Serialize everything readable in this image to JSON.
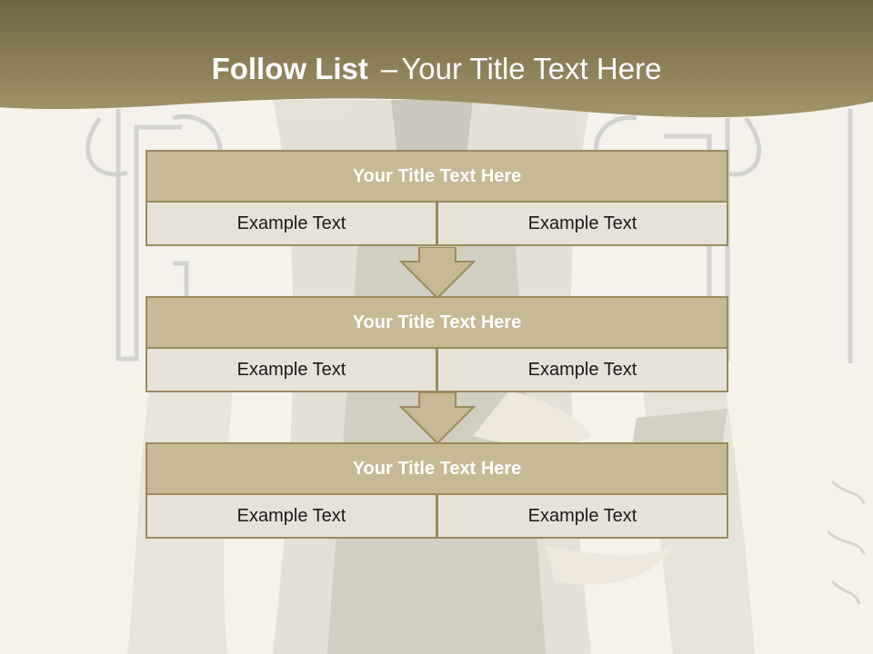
{
  "title": {
    "bold": "Follow List",
    "separator": "–",
    "rest": "Your Title Text Here"
  },
  "stages": [
    {
      "title": "Your Title Text Here",
      "left": "Example Text",
      "right": "Example Text"
    },
    {
      "title": "Your Title Text Here",
      "left": "Example Text",
      "right": "Example Text"
    },
    {
      "title": "Your Title Text Here",
      "left": "Example Text",
      "right": "Example Text"
    }
  ],
  "colors": {
    "header": "#8f7d4e",
    "stage_title_fill": "#c7b996",
    "stage_cell_fill": "#e6e2d8",
    "border": "#9c8a5c"
  }
}
